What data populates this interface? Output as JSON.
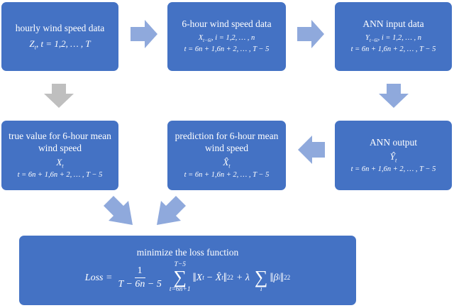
{
  "boxes": {
    "hourly": {
      "title": "hourly wind speed data",
      "line1": "Z",
      "line1_sub": "t",
      "line1_rest": ", t = 1,2, … , T"
    },
    "six_hour": {
      "title": "6-hour wind speed data",
      "line1": "X",
      "line1_sub": "t−6i",
      "line1_rest": ", i = 1,2, … , n",
      "line2": "t = 6n + 1,6n + 2, … , T − 5"
    },
    "ann_input": {
      "title": "ANN input data",
      "line1": "Y",
      "line1_sub": "t−6i",
      "line1_rest": ", i = 1,2, … , n",
      "line2": "t = 6n + 1,6n + 2, … , T − 5"
    },
    "true_value": {
      "title": "true value for 6-hour mean wind speed",
      "line1": "X",
      "line1_sub": "t",
      "line2": "t = 6n + 1,6n + 2, … , T − 5"
    },
    "prediction": {
      "title": "prediction for 6-hour mean wind speed",
      "line1": "X̂",
      "line1_sub": "t",
      "line2": "t = 6n + 1,6n + 2, … , T − 5"
    },
    "ann_output": {
      "title": "ANN output",
      "line1": "Ŷ",
      "line1_sub": "t",
      "line2": "t = 6n + 1,6n + 2, … , T − 5"
    },
    "loss": {
      "title": "minimize the loss function",
      "lhs": "Loss =",
      "frac_num": "1",
      "frac_den": "T − 6n − 5",
      "sum_upper": "T−5",
      "sum_lower": "t=6n+1",
      "norm_a": "X",
      "norm_a_sub": "t",
      "minus": "−",
      "norm_b": "X̂",
      "norm_b_sub": "t",
      "norm1_sub": "2",
      "norm1_sup": "2",
      "plus_lambda": "+ λ",
      "sum2_lower": "i",
      "beta": "β",
      "beta_sub": "i",
      "norm2_sub": "2",
      "norm2_sup": "2"
    }
  },
  "colors": {
    "box": "#4472c4",
    "arrow": "#8fa9dc",
    "arrow_gray": "#bfbfbf"
  }
}
